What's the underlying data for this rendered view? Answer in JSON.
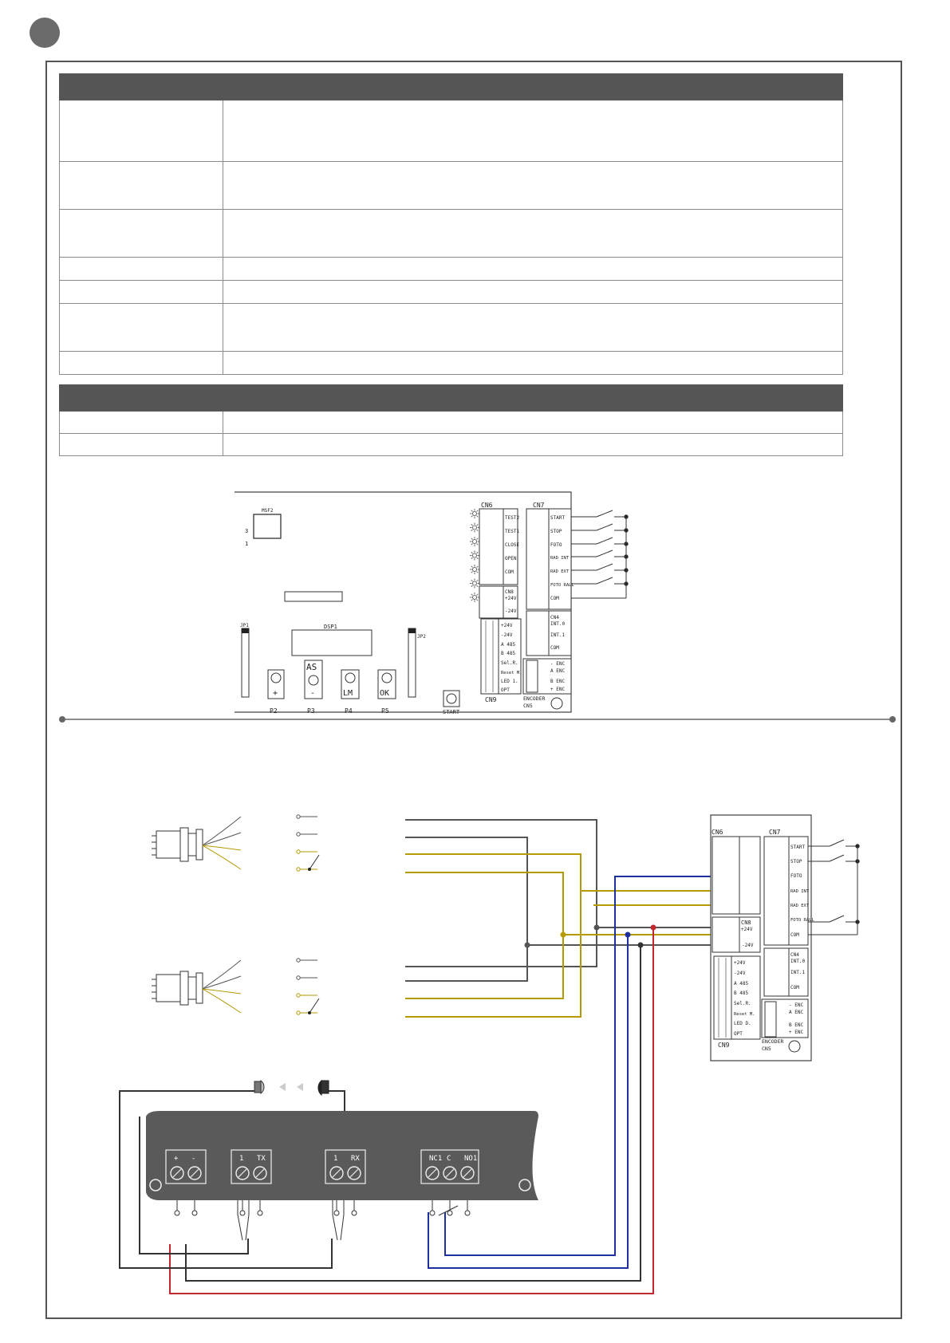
{
  "colors": {
    "badge": "#6b6b6b",
    "table_header": "#555555",
    "wire_grey": "#555555",
    "wire_yellow": "#b59a00",
    "wire_blue": "#1e2f9e",
    "wire_red": "#c0282e",
    "panel": "#5a5a5a"
  },
  "board_top": {
    "ic": "MSF2",
    "ic_pins": [
      "3",
      "1"
    ],
    "connectors": [
      "CN6",
      "CN7",
      "CN8",
      "CN4",
      "CN9",
      "CN5"
    ],
    "cn6_terminals": [
      "TEST2",
      "TEST1",
      "CLOSE",
      "OPEN",
      "COM"
    ],
    "cn8_terminals": [
      "+24V",
      "-24V"
    ],
    "cn7_terminals": [
      "START",
      "STOP",
      "FOTO",
      "RAD INT",
      "RAD EXT",
      "FOTO RALL",
      "COM"
    ],
    "cn4_terminals": [
      "INT.0",
      "INT.1",
      "COM"
    ],
    "cn9_terminals": [
      "+24V",
      "-24V",
      "A 485",
      "B 485",
      "Sel.R.",
      "Reset M.",
      "LED 1.",
      "OPT"
    ],
    "cn5_terminals": [
      "- ENC",
      "A ENC",
      "B ENC",
      "+ ENC"
    ],
    "display": "DSP1",
    "jumpers": [
      "JP1",
      "JP2"
    ],
    "buttons": [
      {
        "id": "P2",
        "label": "+"
      },
      {
        "id": "P3",
        "label": "-",
        "extra": "AS"
      },
      {
        "id": "P4",
        "label": "LM"
      },
      {
        "id": "P5",
        "label": "OK"
      }
    ],
    "start_button": "START",
    "encoder": "ENCODER"
  },
  "board_bottom": {
    "cn7_terminals": [
      "START",
      "STOP",
      "FOTO",
      "RAD INT",
      "RAD EXT",
      "FOTO RALL",
      "COM"
    ],
    "cn8_terminals": [
      "+24V",
      "-24V"
    ],
    "cn4_terminals": [
      "INT.0",
      "INT.1",
      "COM"
    ],
    "cn9_terminals": [
      "+24V",
      "-24V",
      "A 485",
      "B 485",
      "Sel.R.",
      "Reset M.",
      "LED D.",
      "OPT"
    ],
    "cn5_terminals": [
      "- ENC",
      "A ENC",
      "B ENC",
      "+ ENC"
    ],
    "labels": [
      "CN6",
      "CN7",
      "CN8",
      "CN4",
      "CN9",
      "ENCODER",
      "CN5"
    ]
  },
  "photocell_unit": {
    "terminals": [
      {
        "group": "power",
        "labels": [
          "+",
          "-"
        ]
      },
      {
        "group": "tx",
        "labels": [
          "1",
          "TX"
        ]
      },
      {
        "group": "rx",
        "labels": [
          "1",
          "RX"
        ]
      },
      {
        "group": "relay",
        "labels": [
          "NC1",
          "C",
          "NO1"
        ]
      }
    ]
  }
}
